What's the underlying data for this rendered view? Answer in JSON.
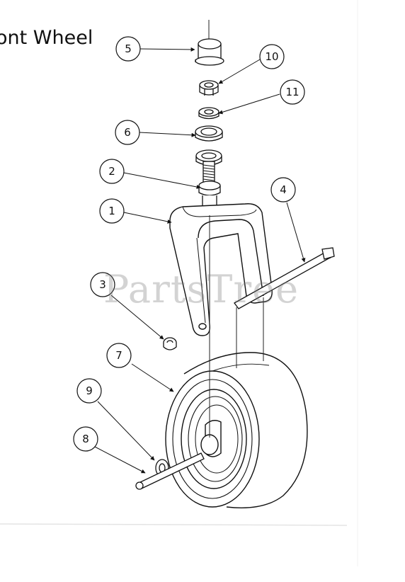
{
  "title": "ont Wheel",
  "watermark": "PartsTree",
  "callouts": [
    {
      "id": "5",
      "label": "5"
    },
    {
      "id": "10",
      "label": "10"
    },
    {
      "id": "11",
      "label": "11"
    },
    {
      "id": "6",
      "label": "6"
    },
    {
      "id": "2",
      "label": "2"
    },
    {
      "id": "1",
      "label": "1"
    },
    {
      "id": "4",
      "label": "4"
    },
    {
      "id": "3",
      "label": "3"
    },
    {
      "id": "7",
      "label": "7"
    },
    {
      "id": "9",
      "label": "9"
    },
    {
      "id": "8",
      "label": "8"
    }
  ]
}
